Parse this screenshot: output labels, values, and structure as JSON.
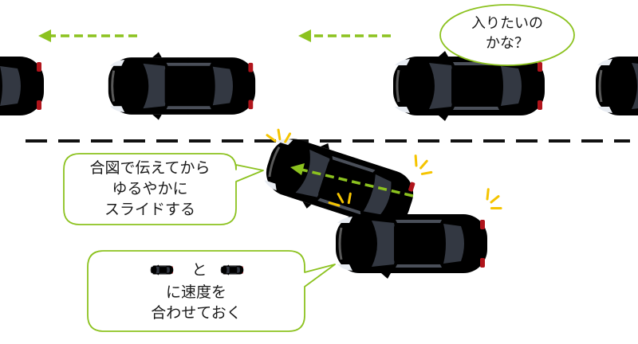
{
  "bubbles": {
    "thought": {
      "lines": [
        "入りたいの",
        "かな？"
      ]
    },
    "signal": {
      "lines": [
        "合図で伝えてから",
        "ゆるやかに",
        "スライドする"
      ]
    },
    "speed": {
      "connector": "と",
      "lines": [
        "に速度を",
        "合わせておく"
      ]
    }
  },
  "colors": {
    "accent_green": "#8cc21f",
    "bubble_border": "#8cc21f",
    "blue_car": "#1c4fb0",
    "red_car": "#e01e28",
    "white_car": "#f2f3f5",
    "lane_line": "#111111",
    "signal_flash": "#f5c400"
  },
  "icons": {
    "arrow": "dashed-left-arrow-icon",
    "flash": "turn-signal-flash-icon",
    "car": "car-top-view-icon"
  }
}
